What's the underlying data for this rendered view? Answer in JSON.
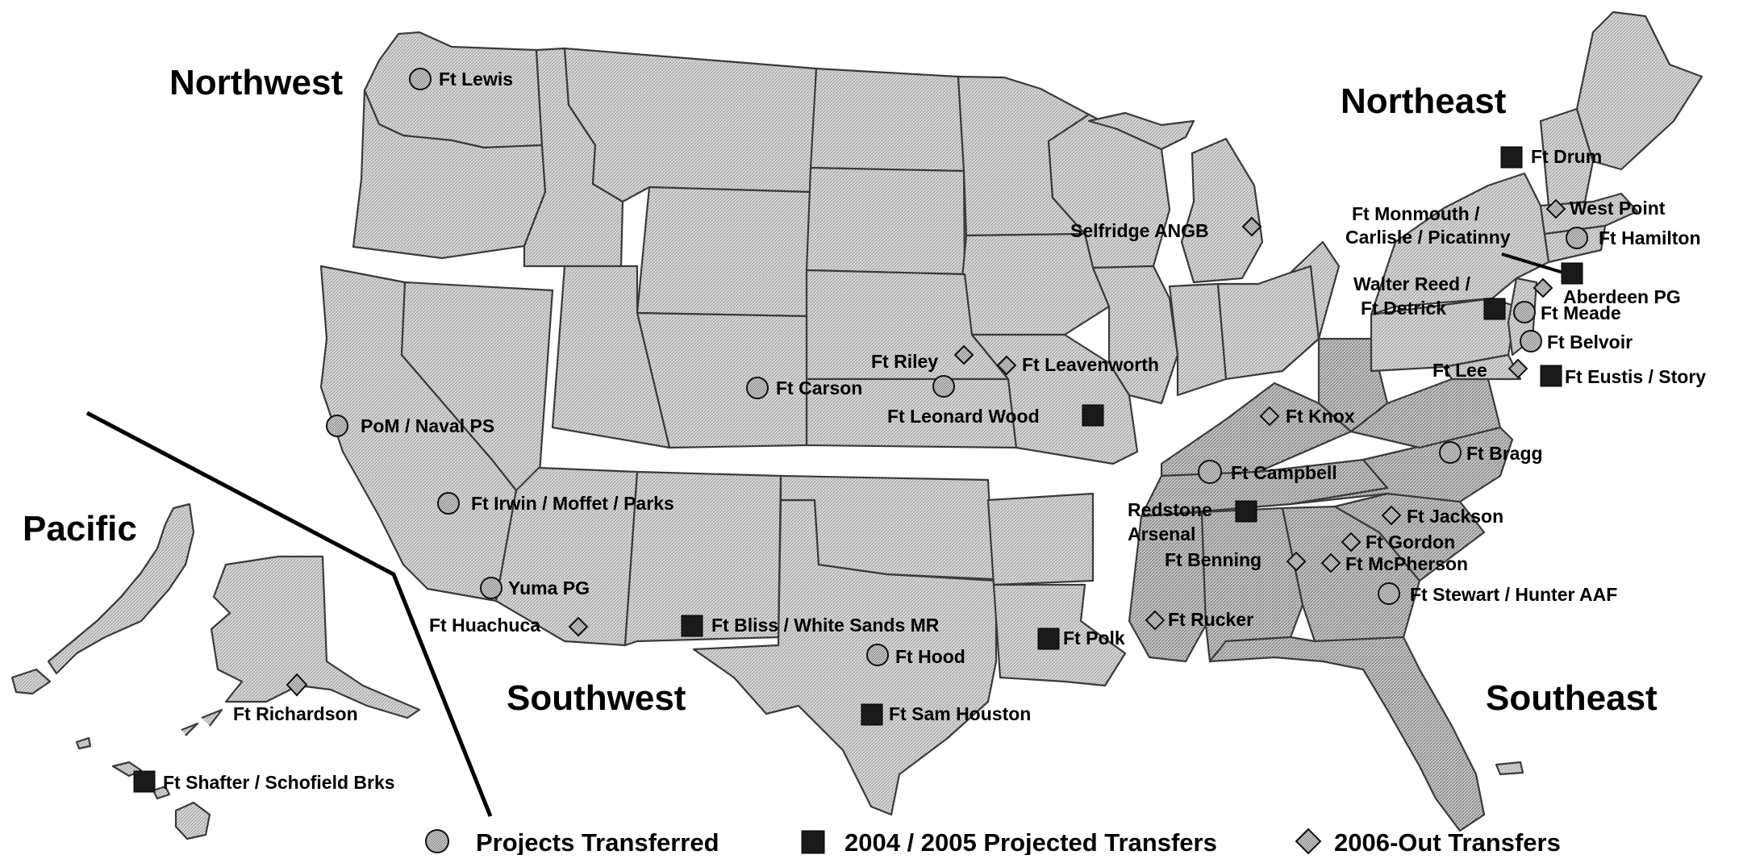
{
  "colors": {
    "land_light": "#d6d6d6",
    "land_dark": "#b9b9b9",
    "marker_fill_circle": "#c4c4c4",
    "marker_fill_square": "#1e1e1e",
    "marker_fill_diamond": "#c4c4c4",
    "outline": "#333333"
  },
  "regions": {
    "northwest": "Northwest",
    "northeast": "Northeast",
    "pacific": "Pacific",
    "southwest": "Southwest",
    "southeast": "Southeast"
  },
  "legend": {
    "transferred": "Projects Transferred",
    "projected": "2004 / 2005 Projected Transfers",
    "out": "2006-Out Transfers"
  },
  "marker_types": {
    "transferred": "circle-icon",
    "projected": "square-icon",
    "out": "diamond-icon"
  },
  "sites": {
    "ft_lewis": "Ft Lewis",
    "pom_naval": "PoM / Naval PS",
    "ft_irwin": "Ft Irwin / Moffet / Parks",
    "yuma": "Yuma PG",
    "ft_huachuca": "Ft Huachuca",
    "ft_carson": "Ft Carson",
    "ft_riley": "Ft Riley",
    "ft_leavenworth": "Ft Leavenworth",
    "ft_leonard_wood": "Ft Leonard Wood",
    "selfridge": "Selfridge ANGB",
    "ft_bliss": "Ft Bliss / White Sands MR",
    "ft_hood": "Ft Hood",
    "ft_sam_houston": "Ft Sam Houston",
    "ft_polk": "Ft Polk",
    "ft_richardson": "Ft Richardson",
    "ft_shafter": "Ft Shafter / Schofield Brks",
    "ft_drum": "Ft Drum",
    "west_point": "West Point",
    "ft_monmouth_1": "Ft Monmouth /",
    "ft_monmouth_2": "Carlisle / Picatinny",
    "ft_hamilton": "Ft Hamilton",
    "walter_reed_1": "Walter Reed /",
    "walter_reed_2": "Ft Detrick",
    "aberdeen": "Aberdeen PG",
    "ft_meade": "Ft Meade",
    "ft_belvoir": "Ft Belvoir",
    "ft_lee": "Ft Lee",
    "ft_eustis": "Ft Eustis / Story",
    "ft_knox": "Ft Knox",
    "ft_campbell": "Ft Campbell",
    "ft_bragg": "Ft Bragg",
    "redstone_1": "Redstone",
    "redstone_2": "Arsenal",
    "ft_jackson": "Ft Jackson",
    "ft_gordon": "Ft Gordon",
    "ft_benning": "Ft Benning",
    "ft_mcpherson": "Ft McPherson",
    "ft_stewart": "Ft Stewart / Hunter AAF",
    "ft_rucker": "Ft Rucker"
  }
}
